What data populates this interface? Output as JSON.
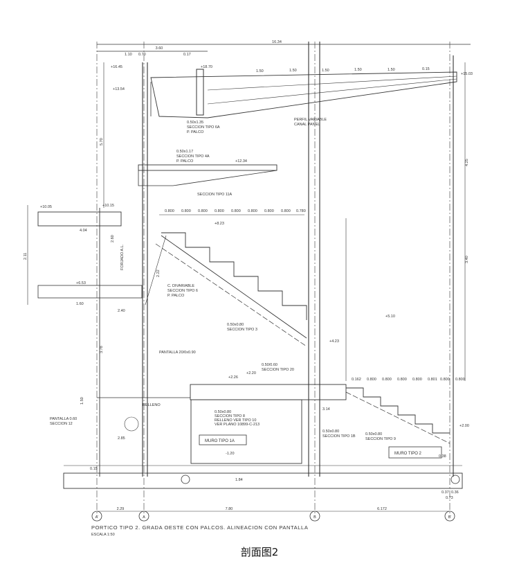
{
  "drawing": {
    "overall_dim": "16.34",
    "top_dims": [
      "3.60",
      "1.10",
      "0.70",
      "0.17"
    ],
    "roof": {
      "levels": [
        "+16.45",
        "+18.70",
        "+15.03",
        "+13.54"
      ],
      "segment_dims": [
        "1.50",
        "1.50",
        "1.50",
        "1.50",
        "1.50",
        "0.15"
      ],
      "labels": [
        "0.50x1.35",
        "SECCION TIPO 6A",
        "P. PALCO",
        "PERFIL VARIABLE",
        "CANAL PANEL"
      ]
    },
    "box": {
      "level": "+12.34",
      "labels": [
        "0.50x1.17",
        "SECCION TIPO 4A",
        "P. PALCO",
        "SECCION TIPO 11A"
      ]
    },
    "upper_left": {
      "level": "+10.05",
      "labels": [
        "+10.15",
        "4.04",
        "FORJADO A.L."
      ]
    },
    "grandstand": {
      "top_dims": [
        "0.800",
        "0.800",
        "0.800",
        "0.800",
        "0.800",
        "0.800",
        "0.800",
        "0.800",
        "0.780"
      ],
      "levels": [
        "+8.23",
        "+6.53",
        "+5.10",
        "+4.23"
      ],
      "labels": [
        "C. DIVARIABLE",
        "SECCION TIPO 6",
        "P. PALCO",
        "0.50x0.80",
        "SECCION TIPO 3",
        "PANTALLA 20/0x0.90",
        "0.50/0.60",
        "SECCION TIPO 20",
        "1.60",
        "2.40"
      ]
    },
    "ground": {
      "levels": [
        "+2.26",
        "+2.20",
        "-1.20",
        "+2.00"
      ],
      "right_dims": [
        "0.162",
        "0.800",
        "0.800",
        "0.800",
        "0.800",
        "0.801",
        "0.800",
        "0.800"
      ],
      "labels": [
        "0.50x0.80",
        "SECCION TIPO 8",
        "RELLENO VER TIPO 10",
        "VER PLANO 10899-C-213",
        "0.50x0.80",
        "SECCION TIPO 1B",
        "0.50x0.80",
        "SECCION TIPO 9",
        "PANTALLA 0.60",
        "SECCION 12",
        "RELLENO"
      ],
      "walls": [
        "MURO TIPO 1A",
        "MURO TIPO 2"
      ],
      "small_dims": [
        "1.84",
        "0.37",
        "0.36",
        "0.73",
        "0.38",
        "2.85",
        "3.14",
        "0.15"
      ]
    },
    "vertical_dims": [
      "5.70",
      "4.25",
      "3.40",
      "2.60",
      "2.22",
      "3.78",
      "2.11",
      "1.50"
    ],
    "axes": [
      "A'",
      "A",
      "B",
      "B'"
    ],
    "axis_dims": [
      "2.29",
      "7.80",
      "6.172"
    ],
    "title": "PORTICO TIPO 2. GRADA OESTE CON PALCOS. ALINEACION CON PANTALLA",
    "scale": "ESCALA 1:50"
  },
  "caption": "剖面图2"
}
